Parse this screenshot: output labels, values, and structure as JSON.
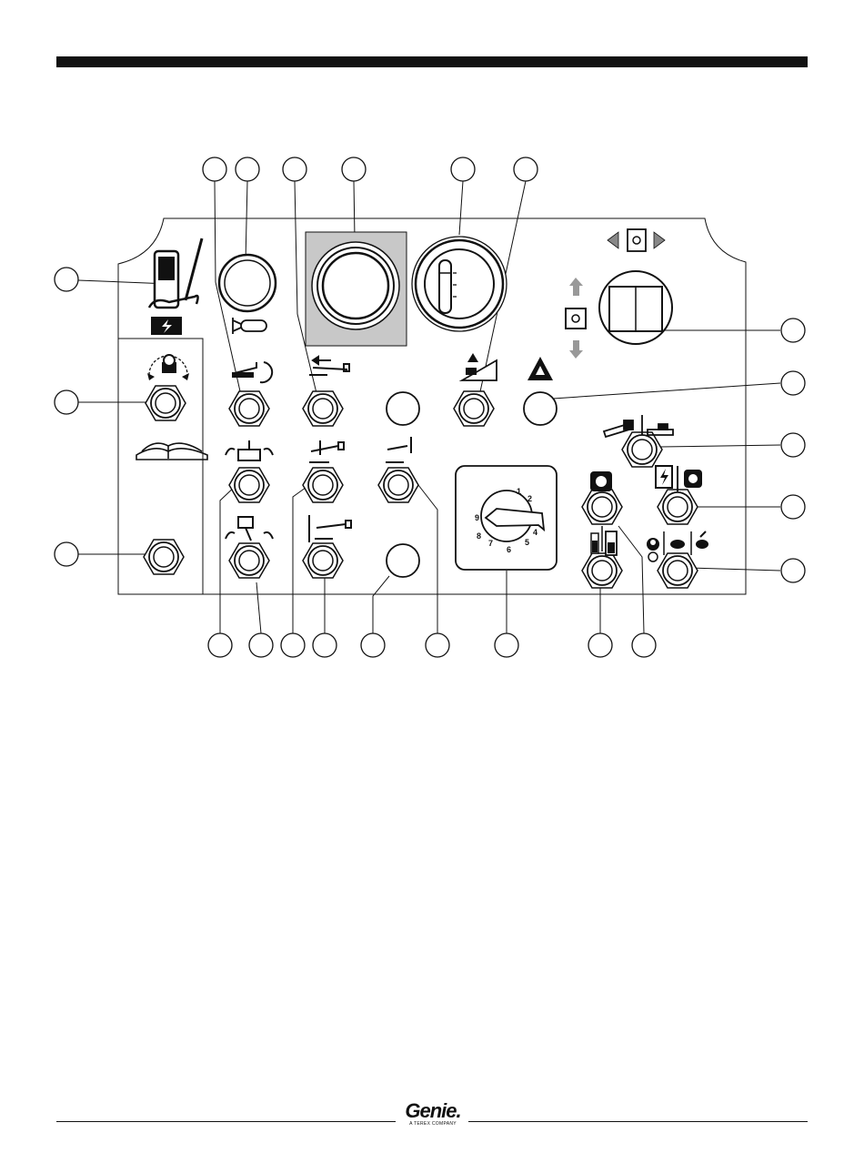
{
  "footer": {
    "logo_text": "Genie.",
    "logo_subtext": "A TEREX COMPANY"
  },
  "dial": {
    "numbers": [
      "1",
      "2",
      "4",
      "5",
      "6",
      "7",
      "8",
      "9"
    ]
  }
}
